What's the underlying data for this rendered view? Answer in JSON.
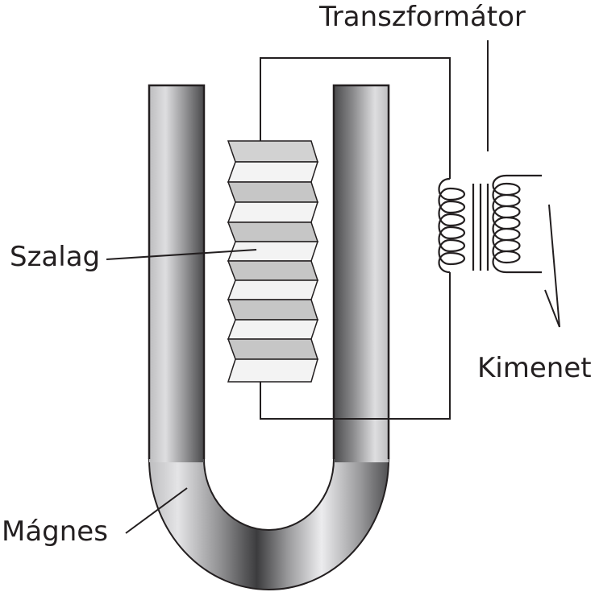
{
  "labels": {
    "transformer": "Transzformátor",
    "ribbon": "Szalag",
    "output": "Kimenet",
    "magnet": "Mágnes"
  },
  "colors": {
    "outline": "#231f20",
    "ribbon_light": "#f2f2f2",
    "ribbon_dark": "#c8c8c8",
    "magnet_dark": "#5a5a5c",
    "magnet_light": "#e4e4e6"
  },
  "components": {
    "magnet": "U-shaped magnet",
    "ribbon": "corrugated ribbon",
    "transformer": "transformer with two coils and iron core",
    "output": "output leads"
  }
}
